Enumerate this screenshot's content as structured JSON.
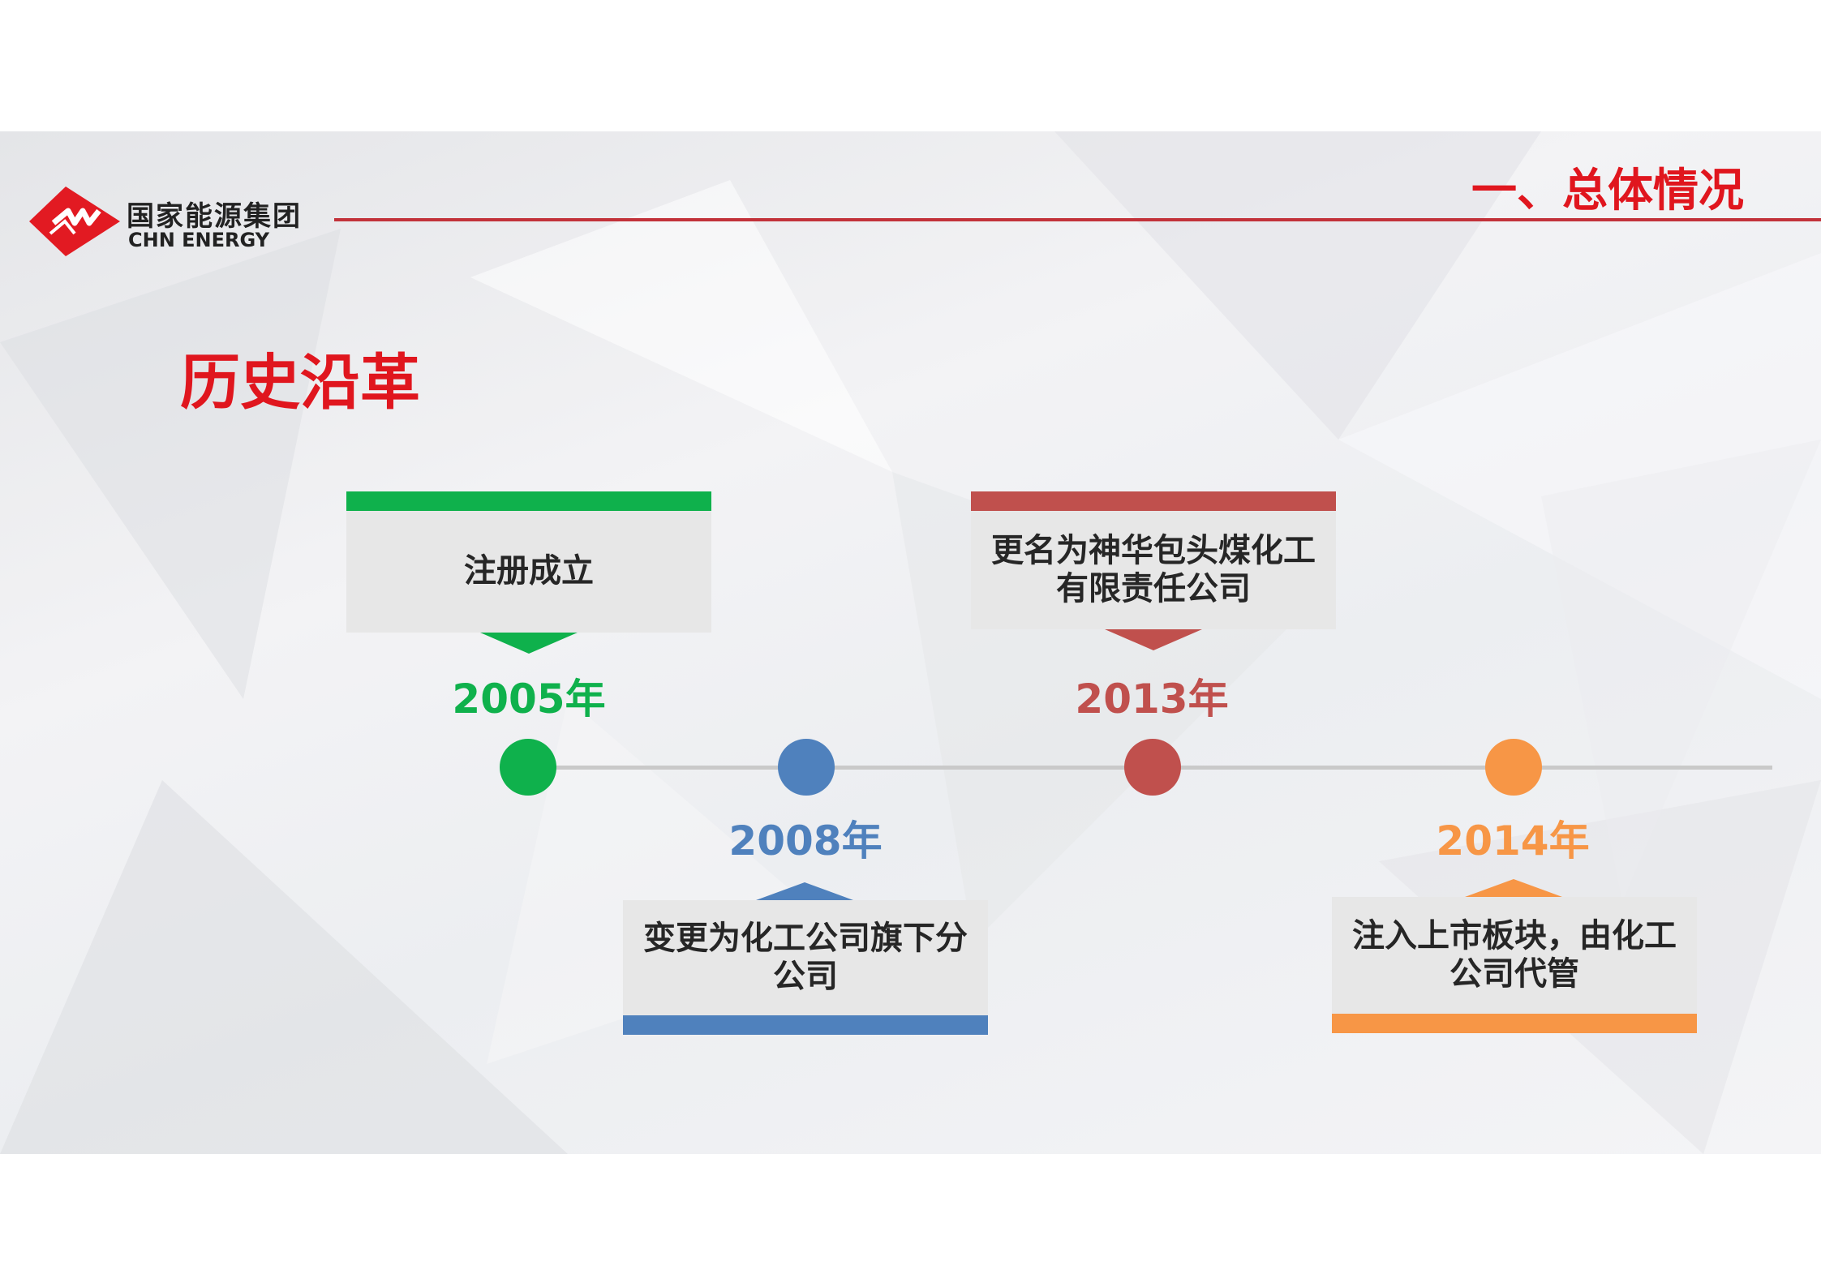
{
  "header": {
    "logo_cn": "国家能源集团",
    "logo_en": "CHN ENERGY",
    "section_title": "一、总体情况"
  },
  "page_title": "历史沿革",
  "timeline": [
    {
      "year": "2005年",
      "text": "注册成立",
      "color": "#0fb14c"
    },
    {
      "year": "2008年",
      "text": "变更为化工公司旗下分公司",
      "color": "#4f81bd"
    },
    {
      "year": "2013年",
      "text": "更名为神华包头煤化工有限责任公司",
      "color": "#c0504d"
    },
    {
      "year": "2014年",
      "text": "注入上市板块，由化工公司代管",
      "color": "#f79646"
    }
  ],
  "colors": {
    "brand_red": "#e0161e",
    "timeline_line": "#c9c9c9",
    "card_bg": "#e7e7e7"
  }
}
